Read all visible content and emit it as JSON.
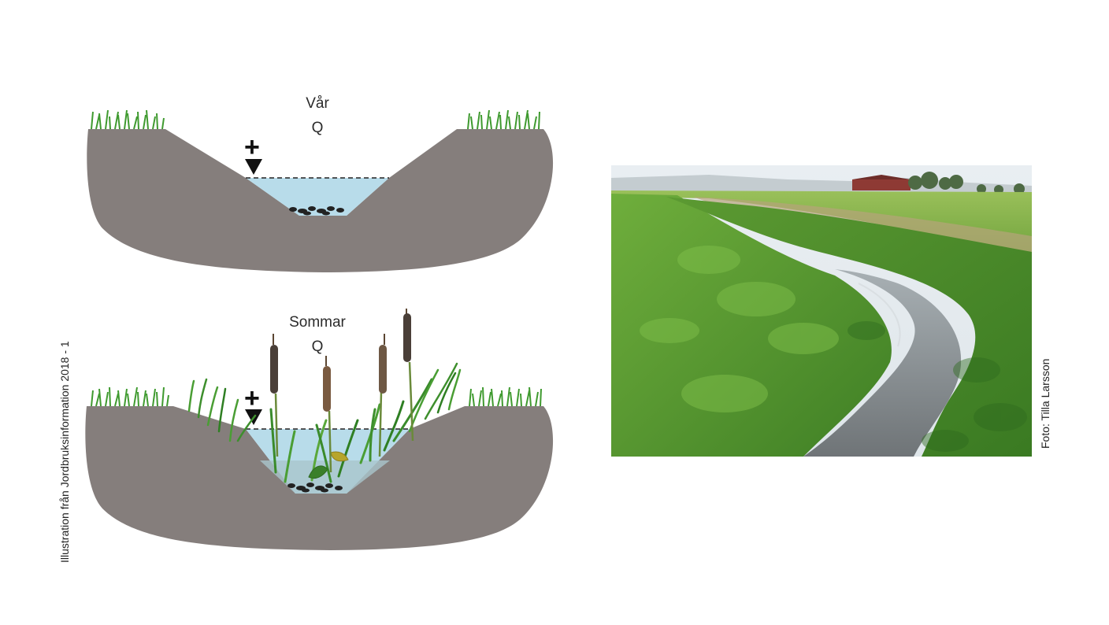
{
  "diagram": {
    "spring": {
      "season": "Vår",
      "flow": "Q"
    },
    "summer": {
      "season": "Sommar",
      "flow": "Q"
    },
    "level_marker": "+"
  },
  "credits": {
    "illustration": "Illustration från Jordbruksinformation 2018 - 1",
    "photo": "Foto: Tilla Larsson"
  },
  "colors": {
    "soil": "#857e7c",
    "water": "#b8dcea",
    "grass": "#3f9a2f",
    "cattail": "#5b4632"
  },
  "icons": [
    "down-arrow-icon",
    "grass-icon",
    "cattail-icon",
    "stones-icon"
  ]
}
